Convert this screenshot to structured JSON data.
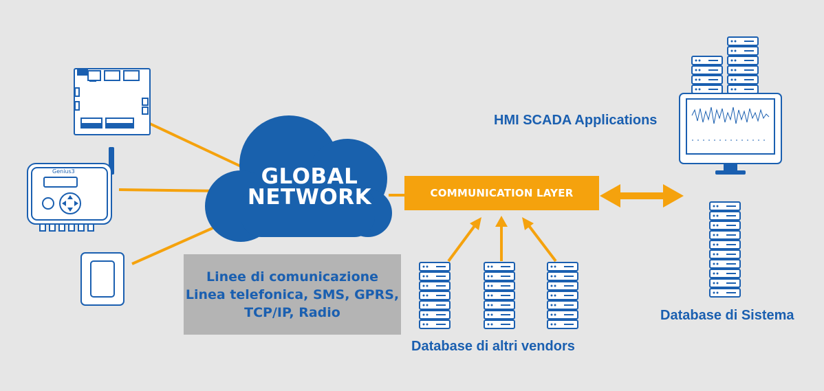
{
  "cloud": {
    "line1": "GLOBAL",
    "line2": "NETWORK"
  },
  "comm_layer": {
    "label": "COMMUNICATION LAYER"
  },
  "channels": {
    "line1": "Linee di comunicazione",
    "line2": "Linea telefonica, SMS, GPRS,",
    "line3": "TCP/IP, Radio"
  },
  "device_label": "Genius3",
  "labels": {
    "hmi": "HMI SCADA Applications",
    "db_vendors": "Database di altri vendors",
    "db_system": "Database di Sistema"
  },
  "colors": {
    "blue": "#1a5fb0",
    "orange": "#f5a20d",
    "background": "#e6e6e6",
    "grey_box": "#b4b4b4"
  }
}
